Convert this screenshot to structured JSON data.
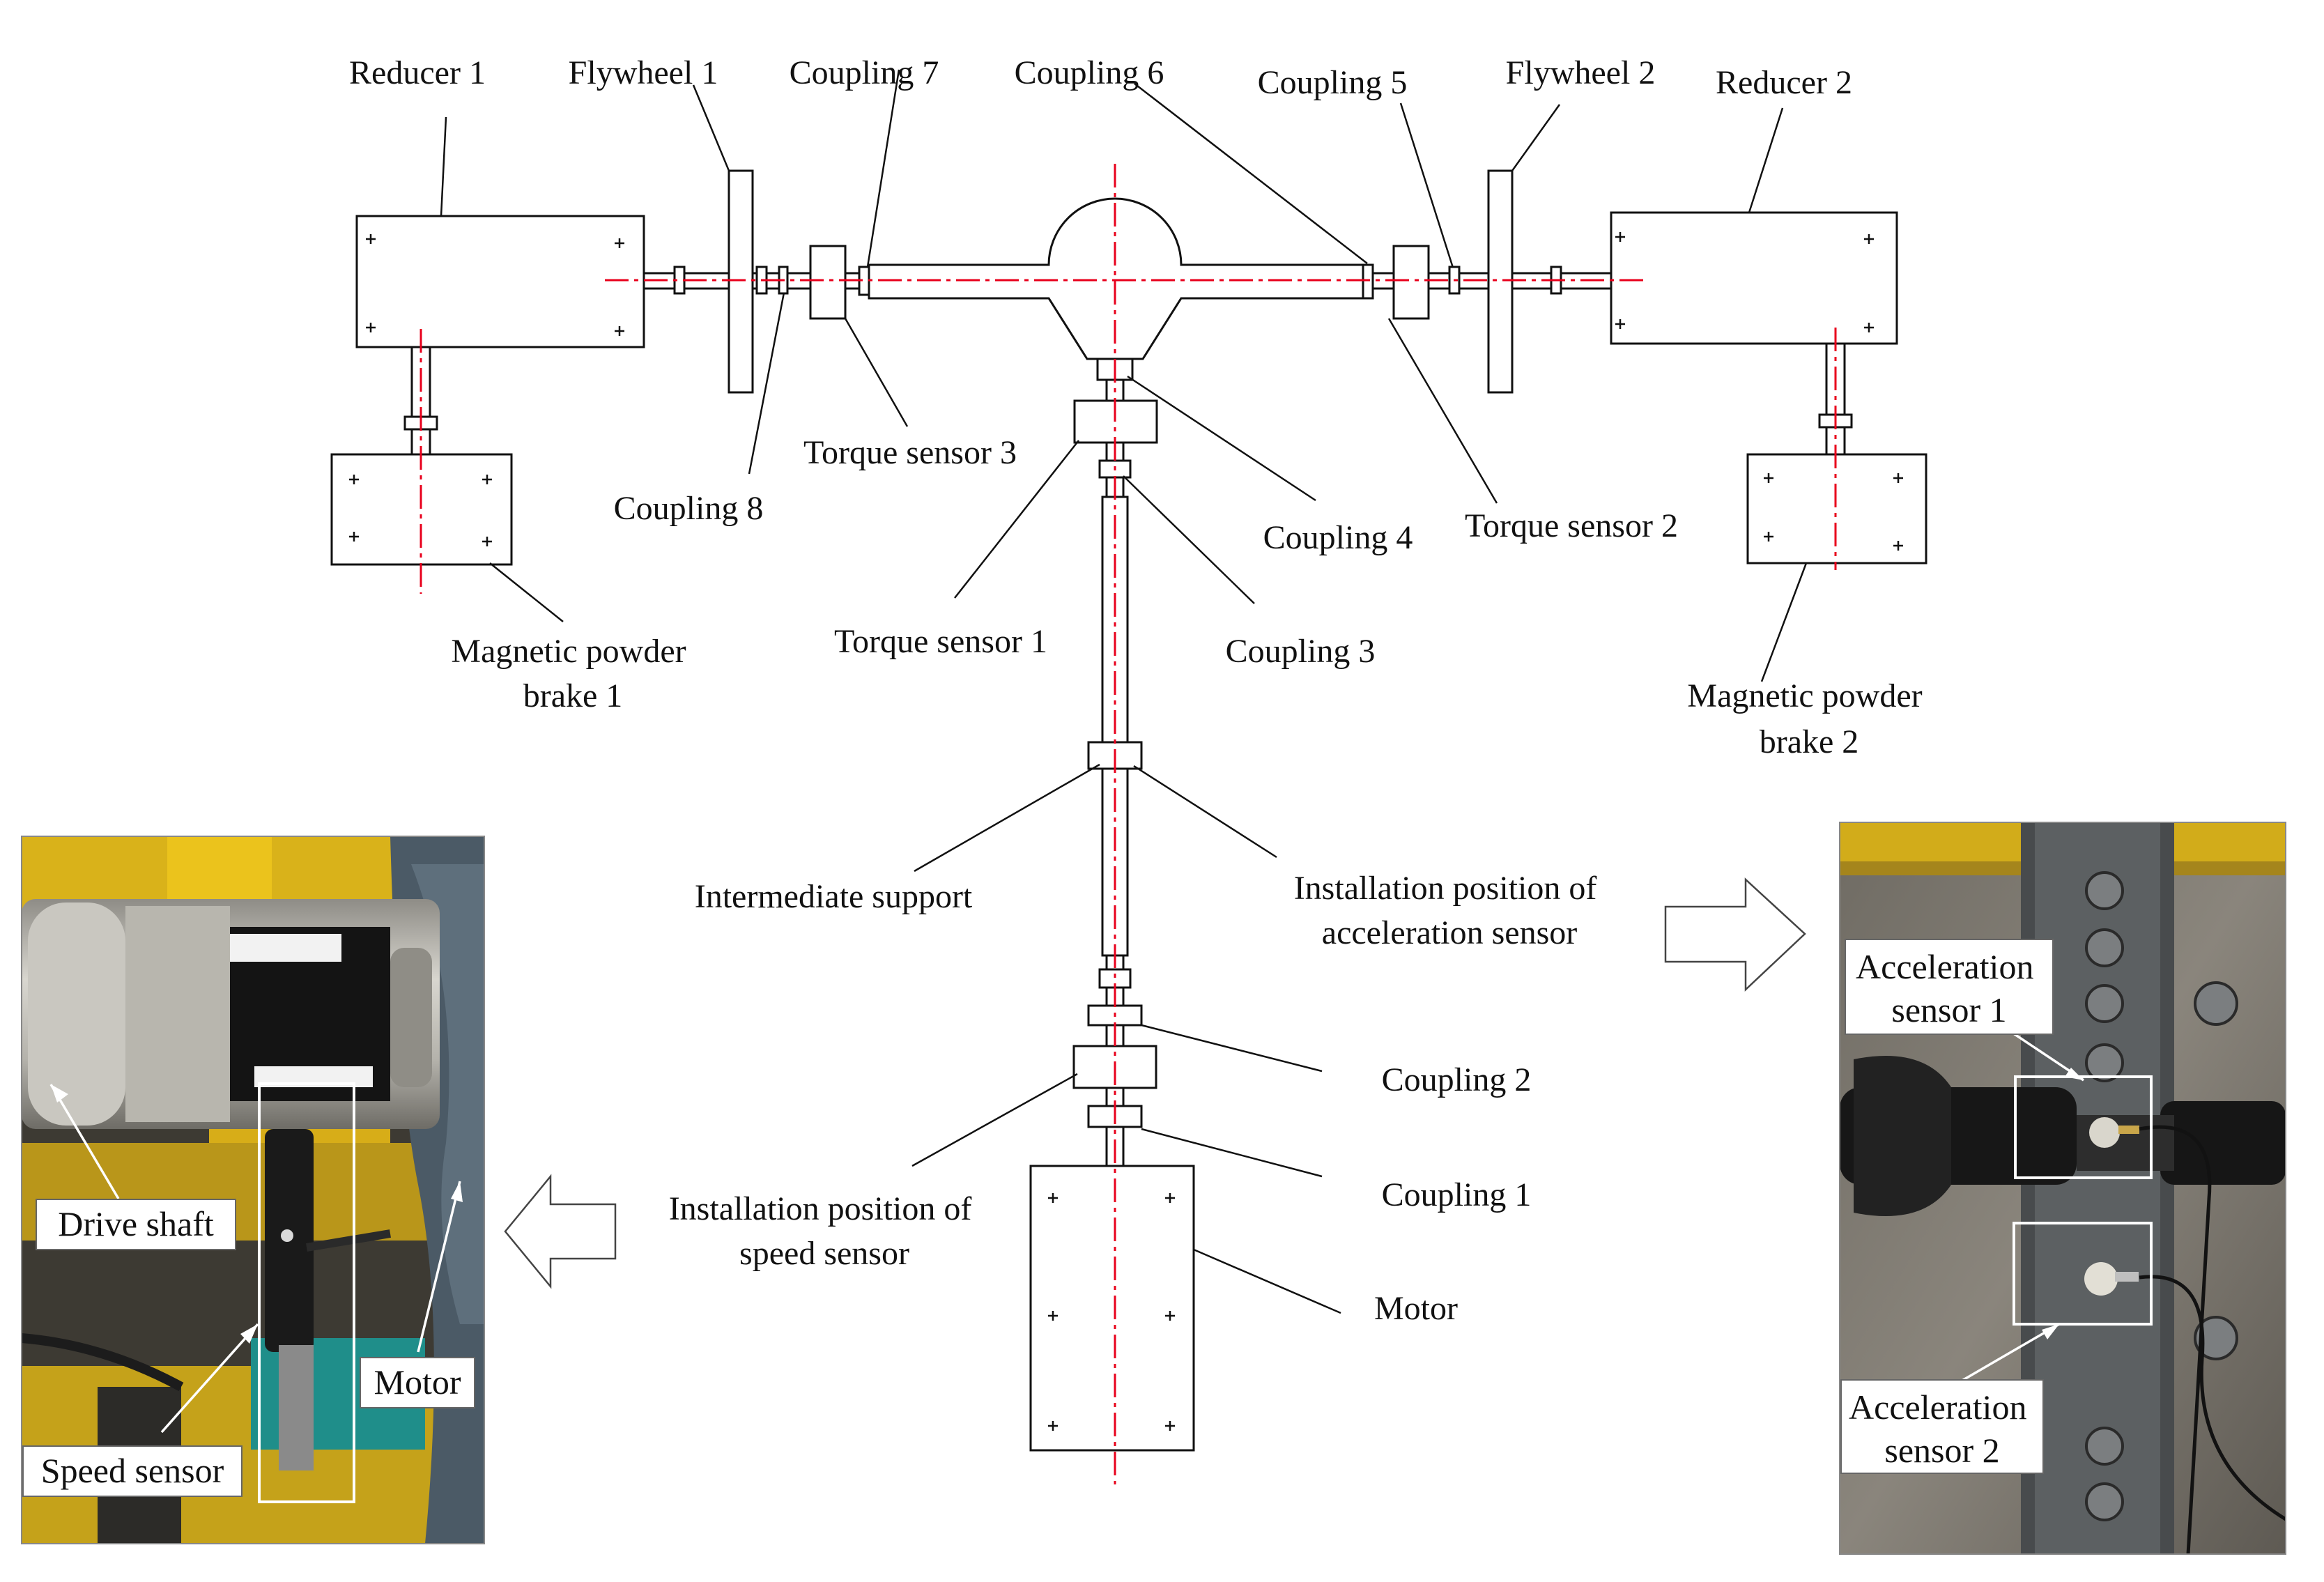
{
  "labels": {
    "reducer_1": "Reducer 1",
    "flywheel_1": "Flywheel 1",
    "coupling_7": "Coupling 7",
    "coupling_6": "Coupling 6",
    "coupling_5": "Coupling 5",
    "flywheel_2": "Flywheel 2",
    "reducer_2": "Reducer 2",
    "torque_sensor_3": "Torque sensor 3",
    "coupling_8": "Coupling 8",
    "coupling_4": "Coupling 4",
    "torque_sensor_2": "Torque sensor 2",
    "magnetic_powder_brake_1": [
      "Magnetic powder",
      "brake 1"
    ],
    "torque_sensor_1": "Torque sensor 1",
    "coupling_3": "Coupling 3",
    "magnetic_powder_brake_2": [
      "Magnetic powder",
      "brake 2"
    ],
    "intermediate_support": "Intermediate support",
    "accel_install_position": [
      "Installation position of",
      "acceleration sensor"
    ],
    "coupling_2": "Coupling 2",
    "coupling_1": "Coupling 1",
    "speed_install_position": [
      "Installation position of",
      "speed sensor"
    ],
    "motor": "Motor"
  },
  "left_photo": {
    "callouts": {
      "drive_shaft": "Drive shaft",
      "motor": "Motor",
      "speed_sensor": "Speed sensor"
    }
  },
  "right_photo": {
    "callouts": {
      "acceleration_sensor_1": [
        "Acceleration",
        "sensor 1"
      ],
      "acceleration_sensor_2": [
        "Acceleration",
        "sensor 2"
      ]
    }
  },
  "colors": {
    "line": "#111111",
    "centerline": "#e8001c",
    "photo_yellow": "#e8c217",
    "photo_metal": "#b9b7b0",
    "photo_dark": "#262626"
  }
}
